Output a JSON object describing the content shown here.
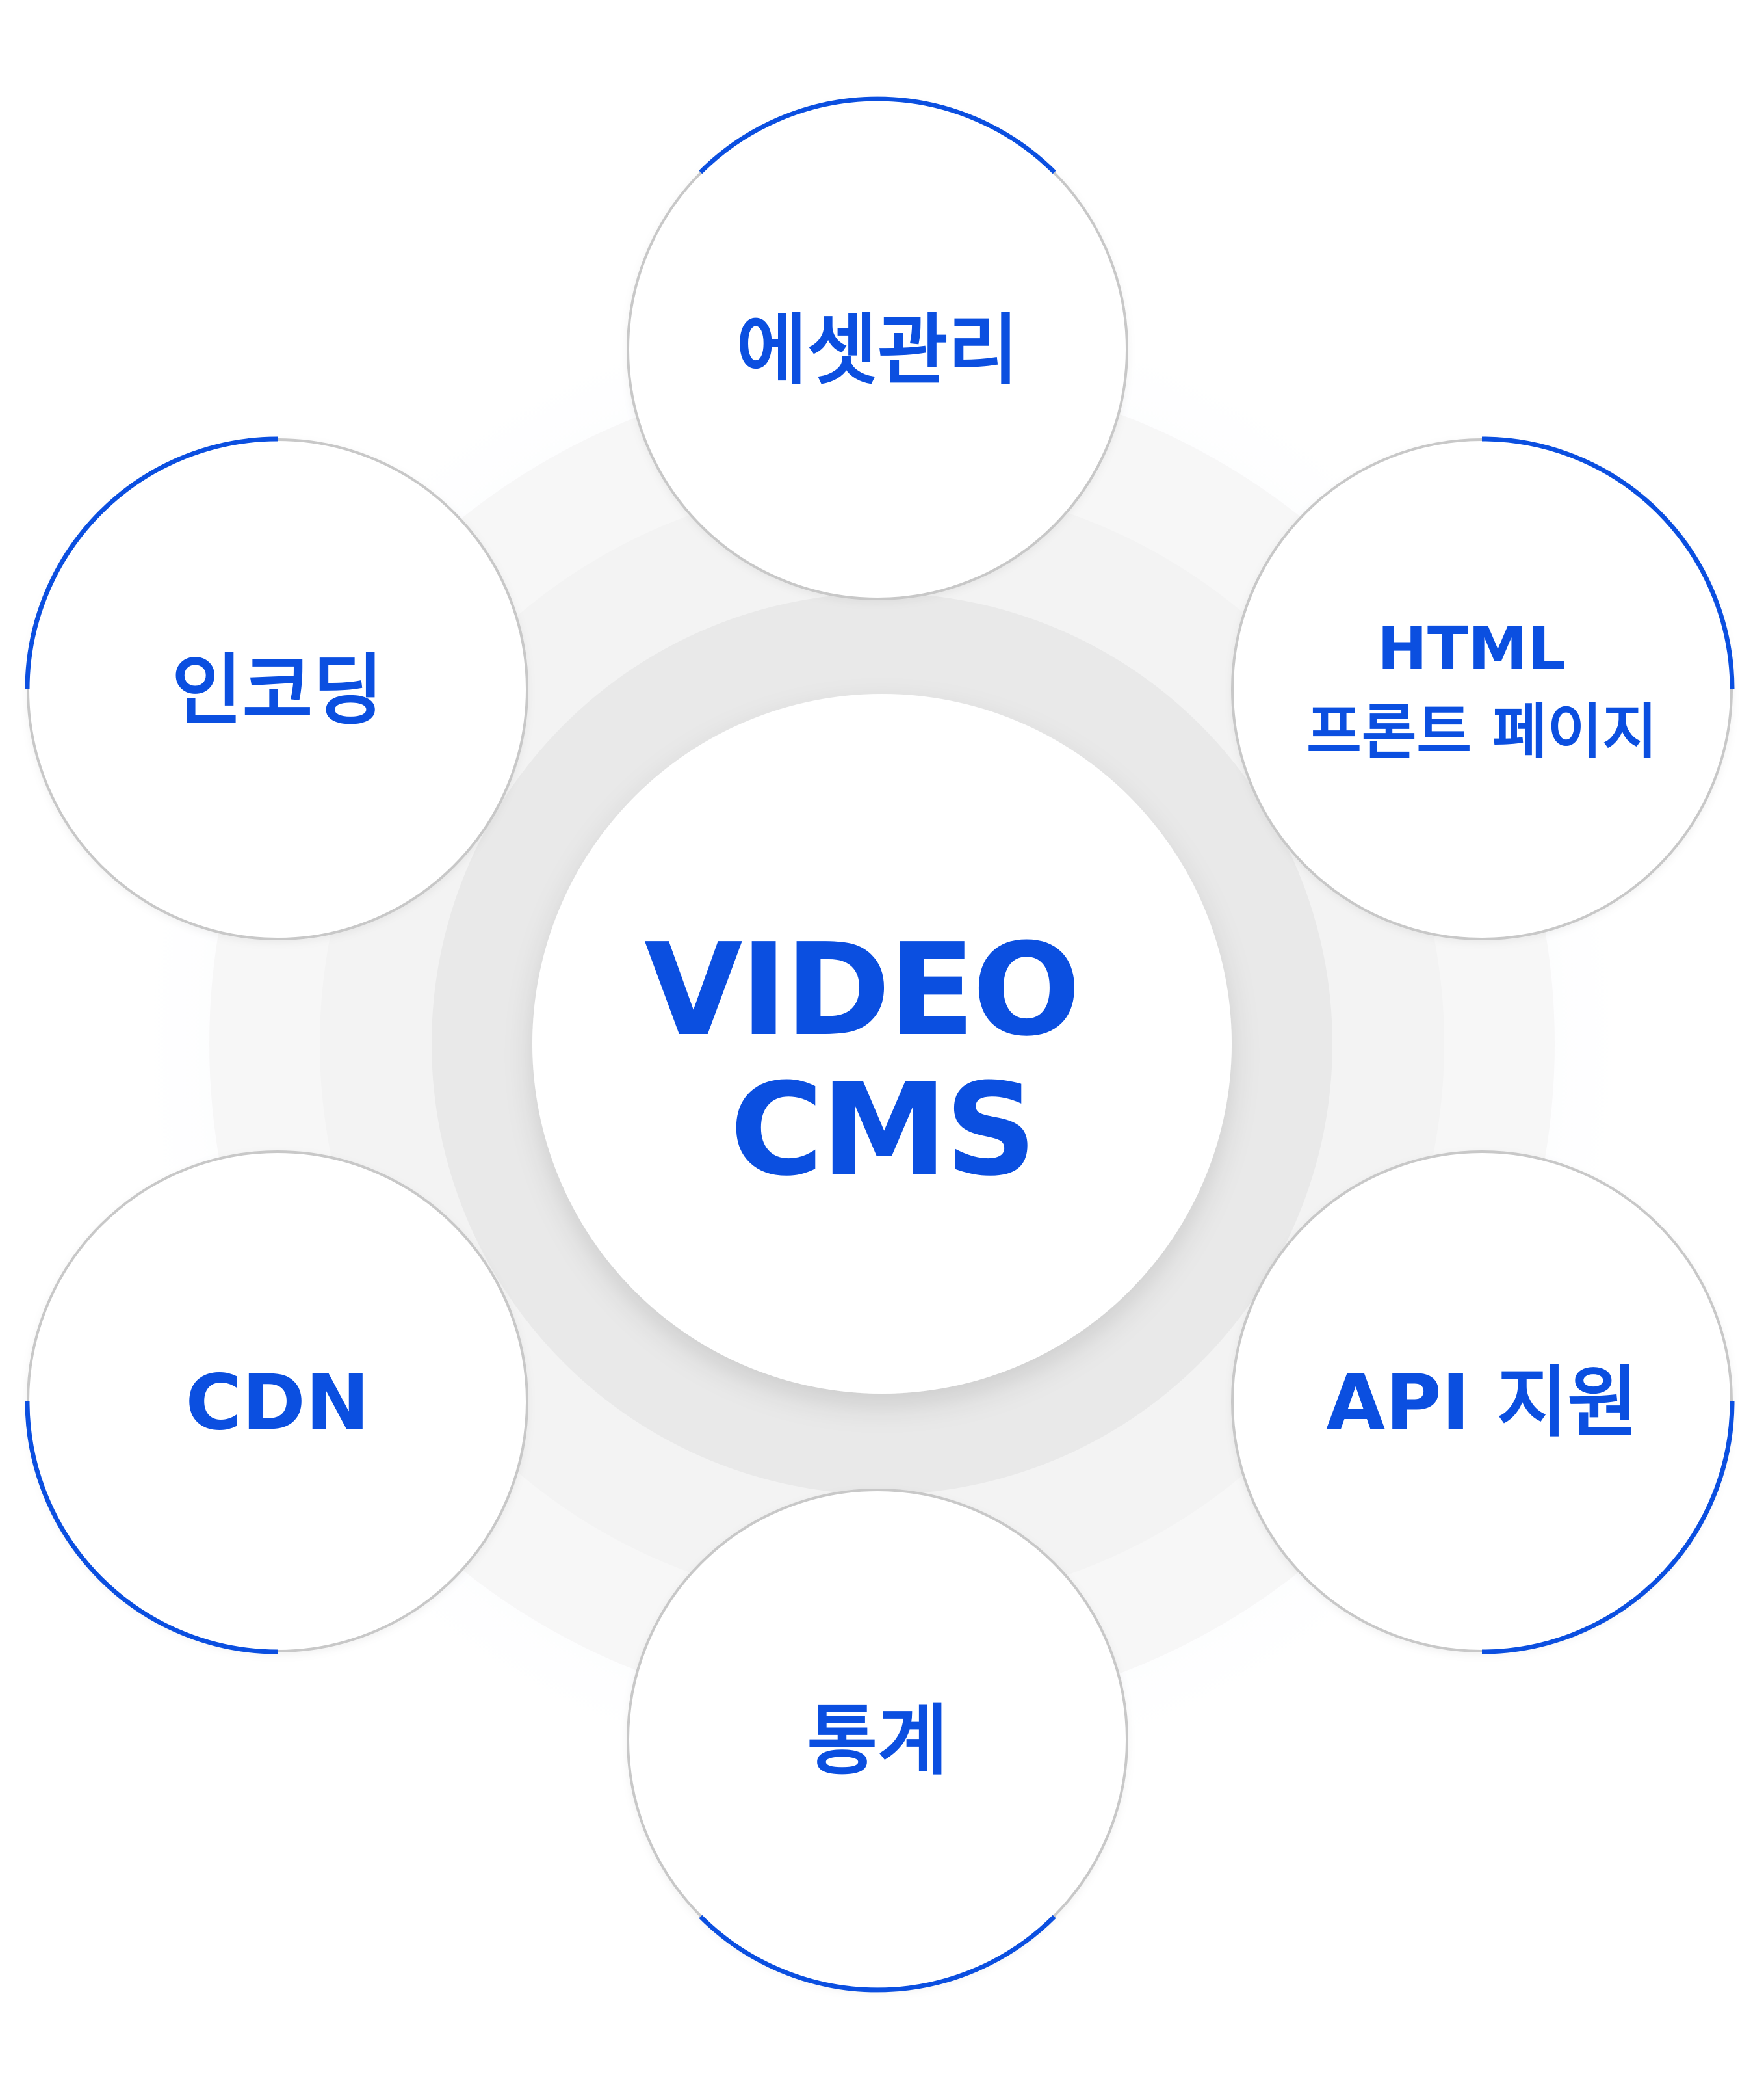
{
  "center": {
    "lines": [
      "VIDEO",
      "CMS"
    ]
  },
  "nodes": [
    {
      "id": "asset-management",
      "lines": [
        "에셋관리"
      ]
    },
    {
      "id": "html-front-page",
      "lines": [
        "HTML",
        "프론트 페이지"
      ]
    },
    {
      "id": "api-support",
      "lines": [
        "API 지원"
      ]
    },
    {
      "id": "statistics",
      "lines": [
        "통계"
      ]
    },
    {
      "id": "cdn",
      "lines": [
        "CDN"
      ]
    },
    {
      "id": "encoding",
      "lines": [
        "인코딩"
      ]
    }
  ],
  "colors": {
    "accent": "#0b4fe0",
    "node_border": "#c8c8c8",
    "outer_ring": "#f7f7f7",
    "inner_ring": "#e9e9e9",
    "background": "#ffffff"
  }
}
